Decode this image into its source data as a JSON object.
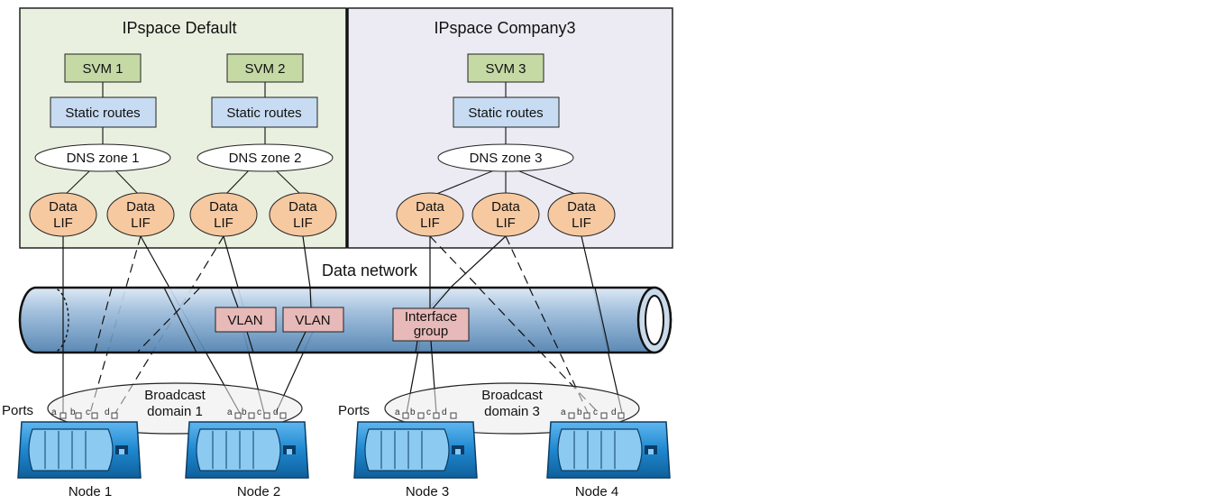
{
  "ipspaces": {
    "default": {
      "title": "IPspace Default",
      "fill": "#e9f0df"
    },
    "company3": {
      "title": "IPspace Company3",
      "fill": "#ecebf3"
    }
  },
  "svms": [
    "SVM 1",
    "SVM 2",
    "SVM 3"
  ],
  "static_routes": "Static routes",
  "dns_zones": [
    "DNS zone 1",
    "DNS zone 2",
    "DNS zone 3"
  ],
  "lif": {
    "line1": "Data",
    "line2": "LIF"
  },
  "data_network": "Data network",
  "vlan": "VLAN",
  "interface_group": {
    "line1": "Interface",
    "line2": "group"
  },
  "broadcast_domains": [
    {
      "line1": "Broadcast",
      "line2": "domain 1"
    },
    {
      "line1": "Broadcast",
      "line2": "domain 3"
    }
  ],
  "ports_label": "Ports",
  "port_letters": [
    "a",
    "b",
    "c",
    "d"
  ],
  "nodes": [
    "Node 1",
    "Node 2",
    "Node 3",
    "Node 4"
  ],
  "colors": {
    "svm": "#c5d9a5",
    "routes": "#c7dcf2",
    "lif": "#f7c9a0",
    "vlan": "#e7b9b8",
    "pipe": "#7aa4cc",
    "node": "#1f88d0"
  }
}
